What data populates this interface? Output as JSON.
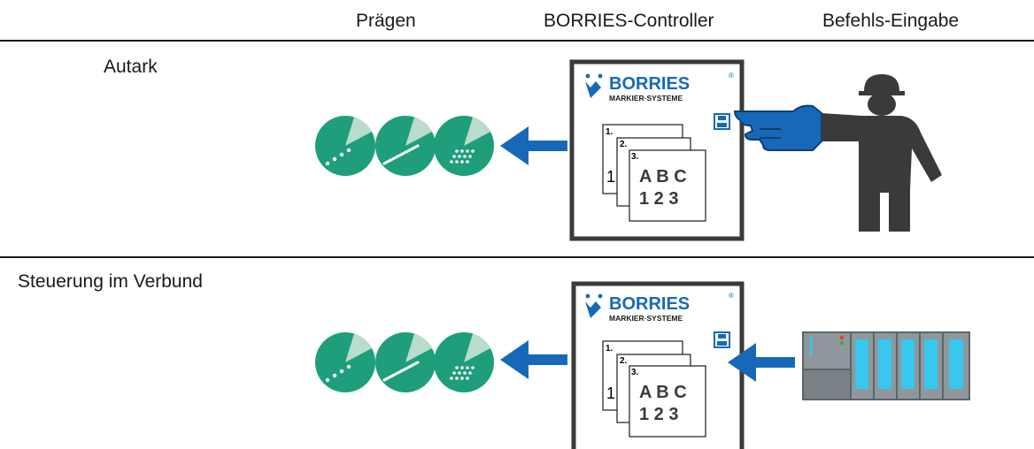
{
  "headers": {
    "stamping": "Prägen",
    "controller": "BORRIES-Controller",
    "command_input": "Befehls-Eingabe"
  },
  "rows": [
    {
      "label": "Autark",
      "input_icon": "operator-pointing-icon"
    },
    {
      "label": "Steuerung im Verbund",
      "input_icon": "plc-rack-icon"
    }
  ],
  "controller": {
    "brand": "BORRIES",
    "registered": "®",
    "subtitle": "MARKIER·SYSTEME",
    "program_numbers": [
      "1.",
      "2.",
      "3."
    ],
    "sheet_letters": "A B C",
    "sheet_digits": "1 2 3",
    "left_char": "1"
  },
  "colors": {
    "disc_green": "#1e9e7a",
    "disc_light": "#b9dccd",
    "arrow_blue": "#1769b8",
    "frame_dark": "#3a3a3a",
    "plc_cyan": "#38c7ef",
    "plc_gray": "#6e7478"
  }
}
